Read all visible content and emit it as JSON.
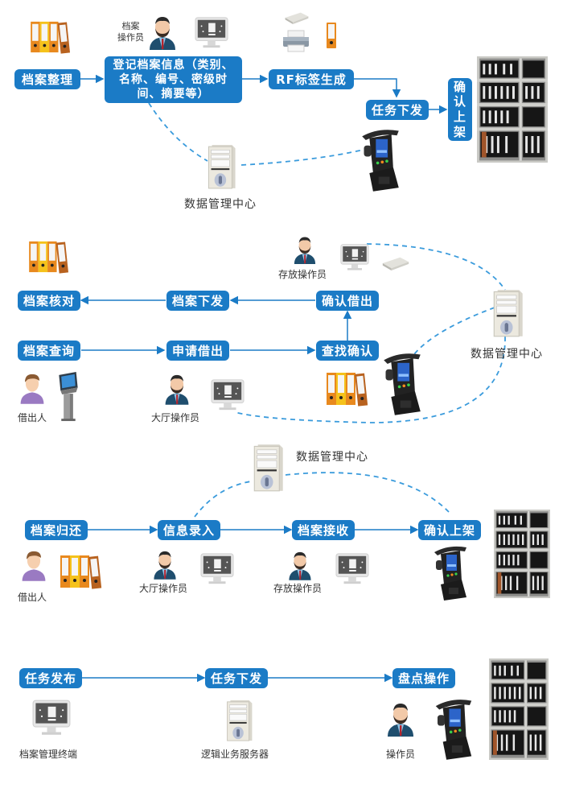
{
  "colors": {
    "box": "#1b7bc6",
    "line": "#1b7bc6",
    "dashed": "#3a9bdc"
  },
  "section1": {
    "boxes": {
      "organize": "档案整理",
      "register": "登记档案信息（类别、名称、编号、密级时间、摘要等）",
      "rf_tag": "RF标签生成",
      "task_issue": "任务下发",
      "confirm_shelf": "确认上架"
    },
    "labels": {
      "operator": "档案\n操作员",
      "operator_line1": "档案",
      "operator_line2": "操作员",
      "data_center": "数据管理中心"
    },
    "icons": [
      "binders-icon",
      "operator-avatar-icon",
      "monitor-icon",
      "rfid-reader-icon",
      "printer-icon",
      "binder-tag-icon",
      "server-icon",
      "handheld-terminal-icon",
      "shelf-photo"
    ]
  },
  "section2": {
    "boxes": {
      "verify": "档案核对",
      "dispatch": "档案下发",
      "confirm_borrow": "确认借出",
      "query": "档案查询",
      "apply": "申请借出",
      "find_confirm": "查找确认"
    },
    "labels": {
      "storage_operator": "存放操作员",
      "data_center": "数据管理中心",
      "borrower": "借出人",
      "hall_operator": "大厅操作员"
    }
  },
  "section3": {
    "boxes": {
      "return": "档案归还",
      "info_entry": "信息录入",
      "receive": "档案接收",
      "confirm_shelf": "确认上架"
    },
    "labels": {
      "data_center": "数据管理中心",
      "borrower": "借出人",
      "hall_operator": "大厅操作员",
      "storage_operator": "存放操作员"
    }
  },
  "section4": {
    "boxes": {
      "publish": "任务发布",
      "task_issue": "任务下发",
      "inventory": "盘点操作"
    },
    "labels": {
      "terminal": "档案管理终端",
      "server": "逻辑业务服务器",
      "operator": "操作员"
    }
  }
}
